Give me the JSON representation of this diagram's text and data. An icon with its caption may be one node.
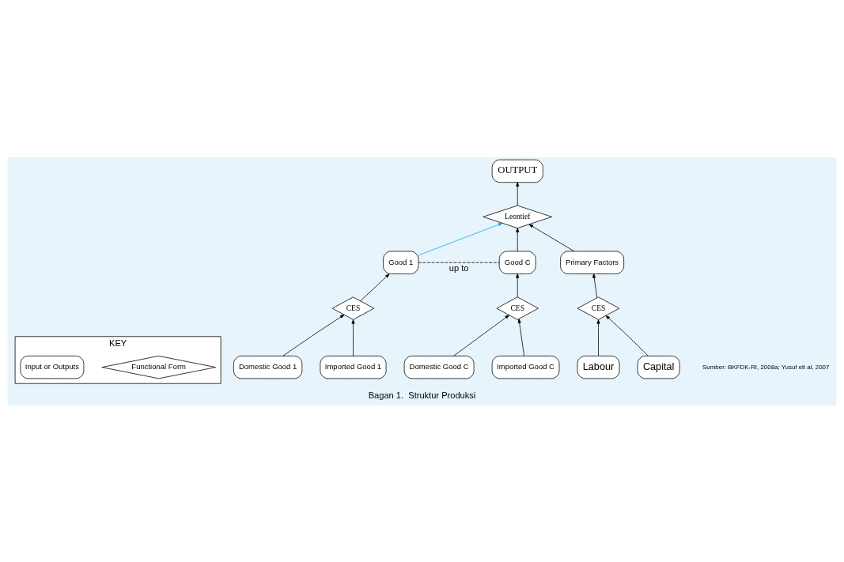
{
  "diagram": {
    "caption": "Bagan 1.  Struktur Produksi",
    "nodes": [
      {
        "text": [
          "KEY"
        ]
      },
      {
        "text": [
          "Functional Form"
        ],
        "in": 0
      },
      {
        "text": [
          "Input or Outputs"
        ],
        "in": 0
      },
      {
        "text": [
          "OUTPUT"
        ]
      },
      {
        "text": [
          "Leontief"
        ]
      },
      {
        "text": [
          "Good 1"
        ]
      },
      {
        "text": [
          "Good C"
        ]
      },
      {
        "text": [
          "Primary Factors"
        ]
      },
      {
        "text": [
          "CES"
        ]
      },
      {
        "text": [
          "CES"
        ]
      },
      {
        "text": [
          "CES"
        ]
      },
      {
        "text": [
          "Domestic Good 1"
        ]
      },
      {
        "text": [
          "Imported Good 1"
        ]
      },
      {
        "text": [
          "Domestic Good C"
        ]
      },
      {
        "text": [
          "Imported Good C"
        ]
      },
      {
        "text": [
          "Labour"
        ]
      },
      {
        "text": [
          "Capital"
        ]
      }
    ],
    "edges": [
      {
        "from": 4,
        "to": 3,
        "arrow": "to"
      },
      {
        "from": 5,
        "to": 4,
        "arrow": "to",
        "color": "#00aeef"
      },
      {
        "from": 6,
        "to": 4,
        "arrow": "to"
      },
      {
        "from": 7,
        "to": 4,
        "arrow": "to"
      },
      {
        "from": 5,
        "to": 6,
        "arrow": "none",
        "style": "dashed",
        "label": "up to"
      },
      {
        "from": 8,
        "to": 5,
        "arrow": "to"
      },
      {
        "from": 9,
        "to": 6,
        "arrow": "to"
      },
      {
        "from": 10,
        "to": 7,
        "arrow": "to"
      },
      {
        "from": 11,
        "to": 8,
        "arrow": "to"
      },
      {
        "from": 12,
        "to": 8,
        "arrow": "to"
      },
      {
        "from": 13,
        "to": 9,
        "arrow": "to"
      },
      {
        "from": 14,
        "to": 9,
        "arrow": "to"
      },
      {
        "from": 15,
        "to": 10,
        "arrow": "to"
      },
      {
        "from": 16,
        "to": 10,
        "arrow": "to"
      }
    ],
    "labels": [
      "Sumber: BKFDK-RI, 2008a; Yusuf elt al, 2007"
    ]
  }
}
